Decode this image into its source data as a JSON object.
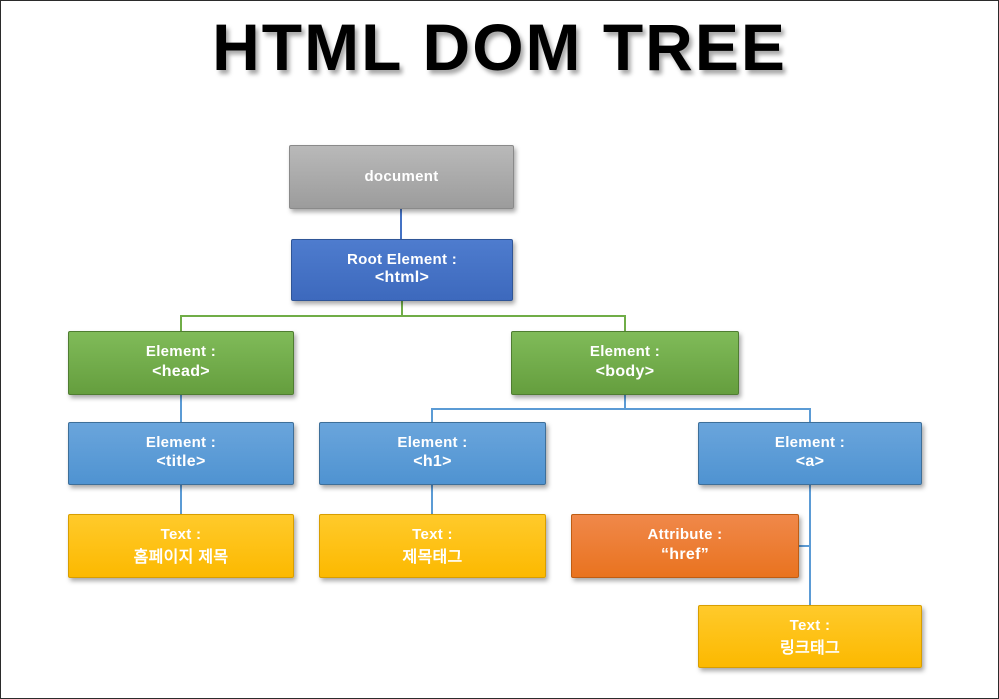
{
  "title": "HTML DOM TREE",
  "palette": {
    "gray": "#a5a5a5",
    "dark_blue": "#4472c4",
    "green": "#70ad47",
    "light_blue": "#5b9bd5",
    "yellow": "#ffc000",
    "orange": "#ed7d31",
    "connector_blue": "#4472c4",
    "connector_green": "#70ad47",
    "connector_light_blue": "#5b9bd5",
    "title_color": "#000000"
  },
  "nodes": {
    "document": {
      "line1": "document",
      "line2": ""
    },
    "root": {
      "line1": "Root Element :",
      "line2": "<html>"
    },
    "head": {
      "line1": "Element :",
      "line2": "<head>"
    },
    "body": {
      "line1": "Element :",
      "line2": "<body>"
    },
    "title_el": {
      "line1": "Element :",
      "line2": "<title>"
    },
    "h1": {
      "line1": "Element :",
      "line2": "<h1>"
    },
    "a": {
      "line1": "Element :",
      "line2": "<a>"
    },
    "text_head": {
      "line1": "Text :",
      "line2": "홈페이지 제목"
    },
    "text_h1": {
      "line1": "Text :",
      "line2": "제목태그"
    },
    "attr_href": {
      "line1": "Attribute :",
      "line2": "“href”"
    },
    "text_a": {
      "line1": "Text :",
      "line2": "링크태그"
    }
  },
  "edges": [
    {
      "from": "document",
      "to": "root"
    },
    {
      "from": "root",
      "to": "head"
    },
    {
      "from": "root",
      "to": "body"
    },
    {
      "from": "head",
      "to": "title_el"
    },
    {
      "from": "body",
      "to": "h1"
    },
    {
      "from": "body",
      "to": "a"
    },
    {
      "from": "title_el",
      "to": "text_head"
    },
    {
      "from": "h1",
      "to": "text_h1"
    },
    {
      "from": "a",
      "to": "attr_href"
    },
    {
      "from": "a",
      "to": "text_a"
    }
  ]
}
